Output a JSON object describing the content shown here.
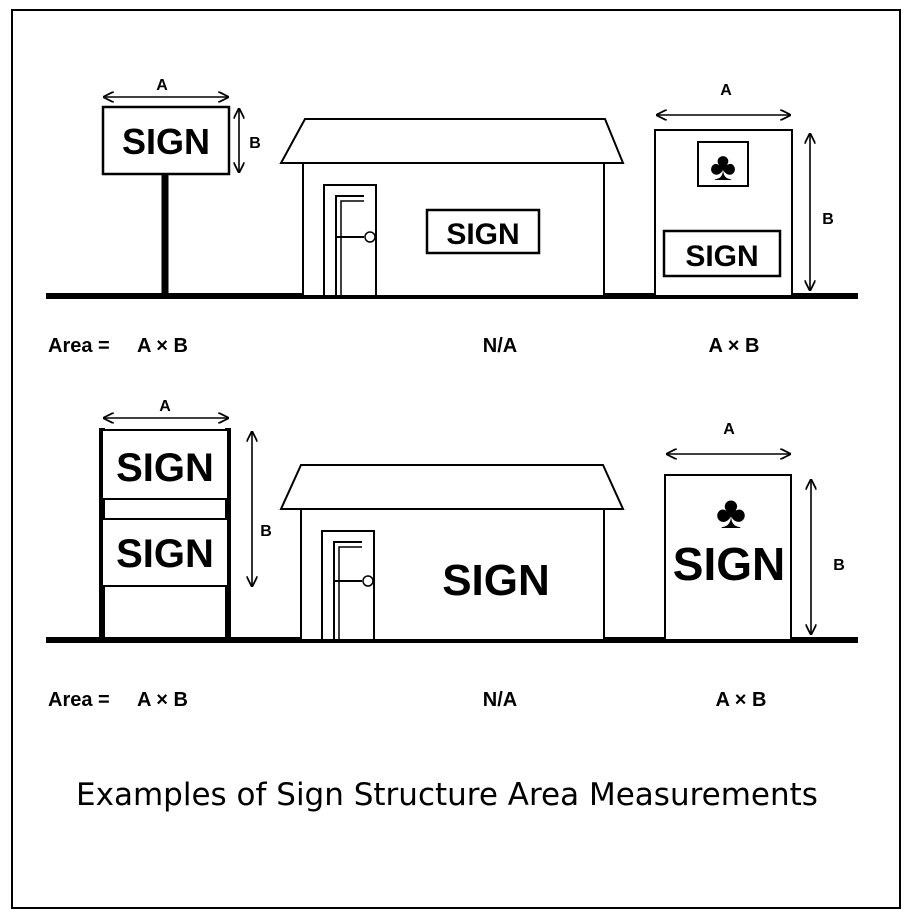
{
  "dim_a": "A",
  "dim_b": "B",
  "sign_word": "SIGN",
  "club_glyph": "♣",
  "area_label": "Area =",
  "formula": "A × B",
  "not_applicable": "N/A",
  "caption": "Examples of Sign Structure Area Measurements",
  "colors": {
    "ink": "#000000",
    "paper": "#ffffff"
  }
}
